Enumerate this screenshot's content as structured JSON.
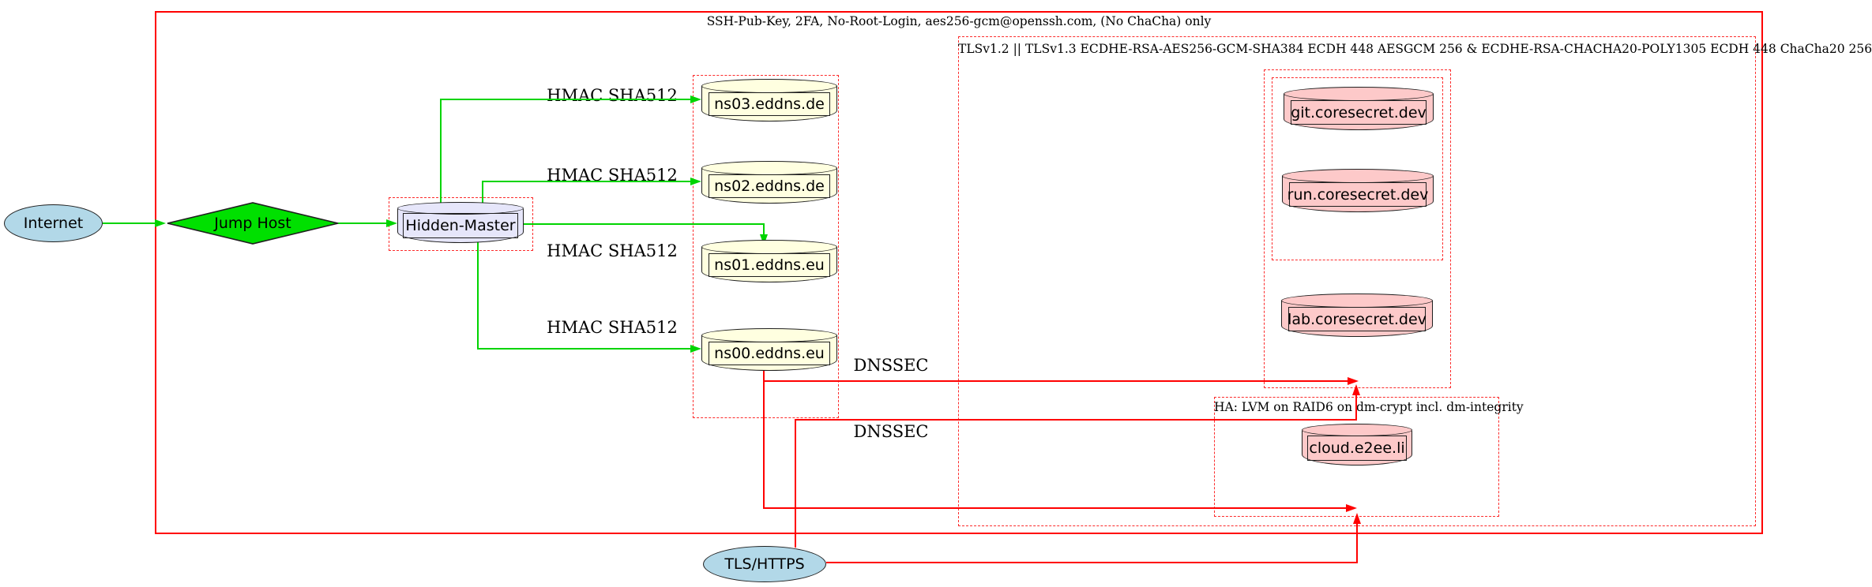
{
  "diagram": {
    "clusters": {
      "ssh": {
        "label": "SSH-Pub-Key, 2FA, No-Root-Login, aes256-gcm@openssh.com, (No ChaCha) only"
      },
      "tls": {
        "label": "TLSv1.2 || TLSv1.3 ECDHE-RSA-AES256-GCM-SHA384 ECDH 448 AESGCM 256 & ECDHE-RSA-CHACHA20-POLY1305 ECDH 448 ChaCha20 256"
      },
      "ha": {
        "label": "HA: LVM on RAID6 on dm-crypt incl. dm-integrity"
      }
    },
    "nodes": {
      "internet": {
        "label": "Internet",
        "shape": "ellipse",
        "fill": "#b2d8e8"
      },
      "jump_host": {
        "label": "Jump Host",
        "shape": "diamond",
        "fill": "#00e000"
      },
      "hidden_master": {
        "label": "Hidden-Master",
        "shape": "cylinder",
        "fill": "#e6e6fa"
      },
      "ns03": {
        "label": "ns03.eddns.de",
        "shape": "cylinder",
        "fill": "#ffffe0"
      },
      "ns02": {
        "label": "ns02.eddns.de",
        "shape": "cylinder",
        "fill": "#ffffe0"
      },
      "ns01": {
        "label": "ns01.eddns.eu",
        "shape": "cylinder",
        "fill": "#ffffe0"
      },
      "ns00": {
        "label": "ns00.eddns.eu",
        "shape": "cylinder",
        "fill": "#ffffe0"
      },
      "git": {
        "label": "git.coresecret.dev",
        "shape": "cylinder",
        "fill": "#fdc9c9"
      },
      "run": {
        "label": "run.coresecret.dev",
        "shape": "cylinder",
        "fill": "#fdc9c9"
      },
      "lab": {
        "label": "lab.coresecret.dev",
        "shape": "cylinder",
        "fill": "#fdc9c9"
      },
      "cloud": {
        "label": "cloud.e2ee.li",
        "shape": "cylinder",
        "fill": "#fdc9c9"
      },
      "tls_https": {
        "label": "TLS/HTTPS",
        "shape": "ellipse",
        "fill": "#b2d8e8"
      }
    },
    "edge_labels": {
      "hmac_ns03": "HMAC SHA512",
      "hmac_ns02": "HMAC SHA512",
      "hmac_ns01": "HMAC SHA512",
      "hmac_ns00": "HMAC SHA512",
      "dnssec_1": "DNSSEC",
      "dnssec_2": "DNSSEC"
    },
    "colors": {
      "green": "#00d400",
      "red": "#ff0000",
      "dashed_red": "#fc2b2b",
      "lightblue": "#b2d8e8",
      "lavender": "#e6e6fa",
      "lightyellow": "#ffffe0",
      "pink": "#fdc9c9"
    }
  }
}
